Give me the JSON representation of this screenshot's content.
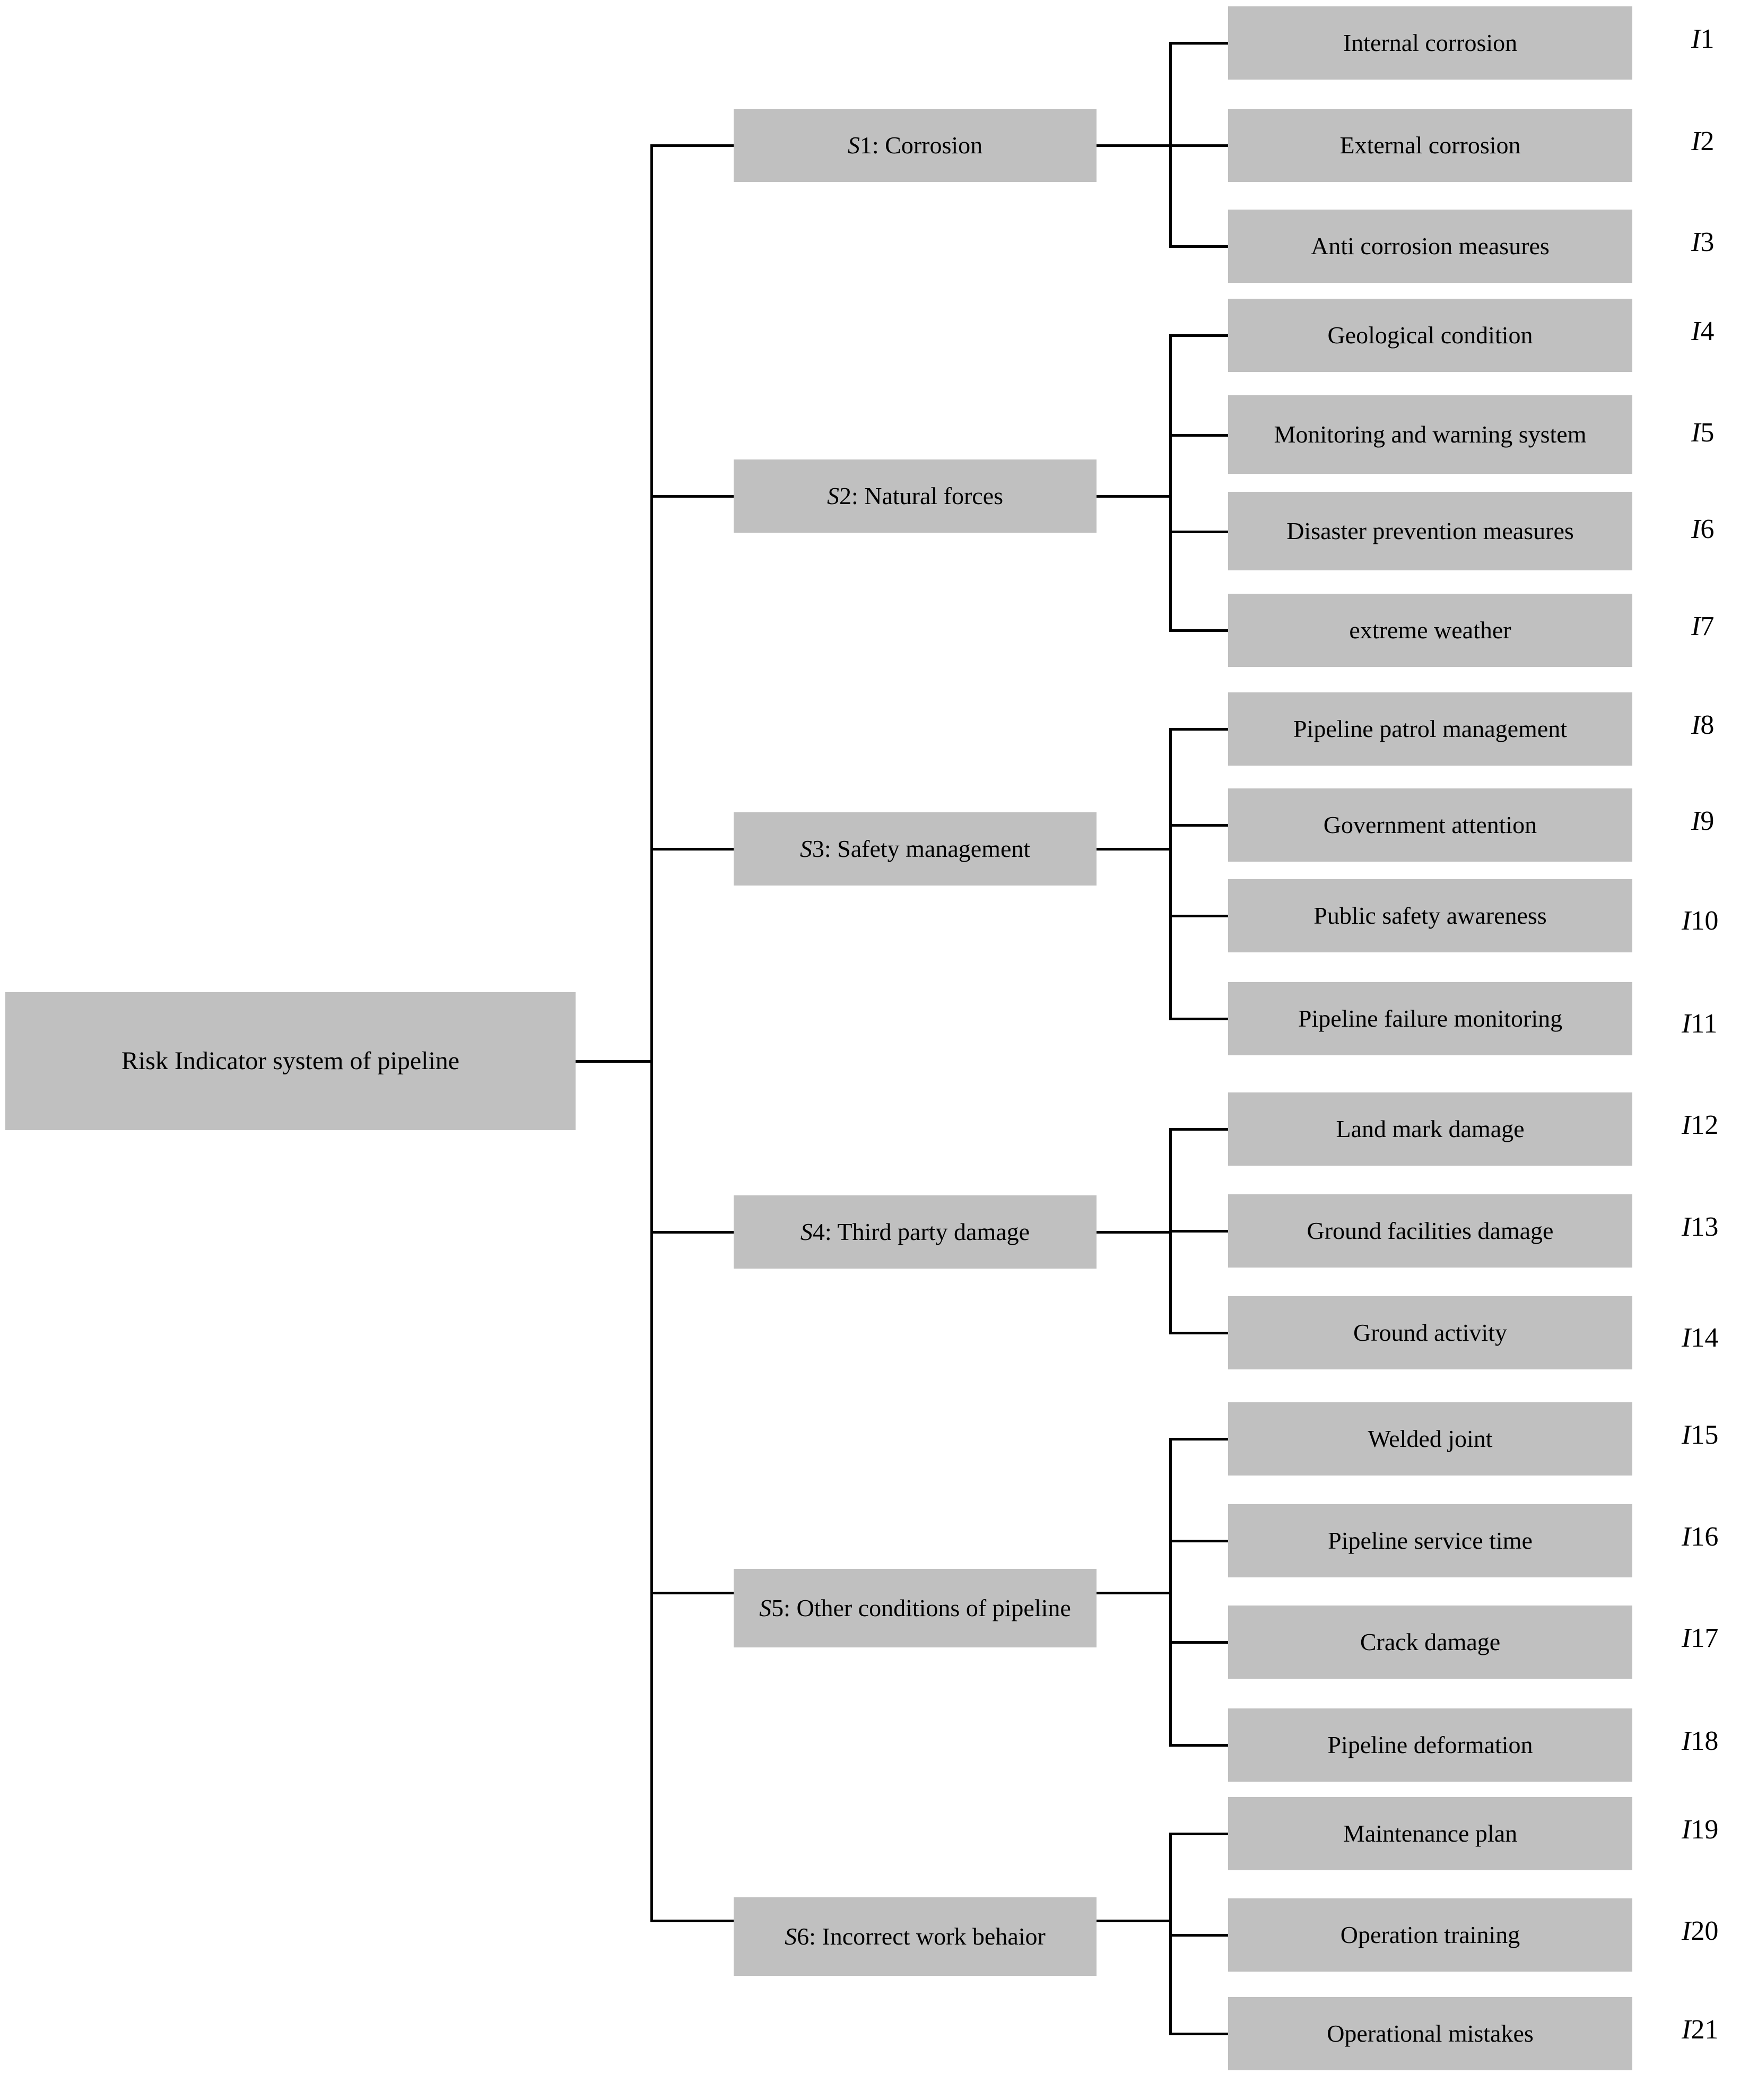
{
  "diagram": {
    "title": "Risk Indicator system of pipeline",
    "box_fill": "#c0c0c0",
    "line_color": "#000000",
    "root": {
      "label": "Risk Indicator system of pipeline"
    },
    "categories": [
      {
        "code": "S1",
        "prefix": "S1",
        "label": "S1: Corrosion",
        "name": "Corrosion",
        "indicators": [
          {
            "code": "I1",
            "num": "1",
            "label": "Internal corrosion"
          },
          {
            "code": "I2",
            "num": "2",
            "label": "External corrosion"
          },
          {
            "code": "I3",
            "num": "3",
            "label": "Anti corrosion measures"
          }
        ]
      },
      {
        "code": "S2",
        "prefix": "S2",
        "label": "S2: Natural forces",
        "name": "Natural forces",
        "indicators": [
          {
            "code": "I4",
            "num": "4",
            "label": "Geological condition"
          },
          {
            "code": "I5",
            "num": "5",
            "label": "Monitoring and warning system"
          },
          {
            "code": "I6",
            "num": "6",
            "label": "Disaster prevention measures"
          },
          {
            "code": "I7",
            "num": "7",
            "label": "extreme weather"
          }
        ]
      },
      {
        "code": "S3",
        "prefix": "S3",
        "label": "S3: Safety management",
        "name": "Safety management",
        "indicators": [
          {
            "code": "I8",
            "num": "8",
            "label": "Pipeline patrol management"
          },
          {
            "code": "I9",
            "num": "9",
            "label": "Government attention"
          },
          {
            "code": "I10",
            "num": "10",
            "label": "Public safety awareness"
          },
          {
            "code": "I11",
            "num": "11",
            "label": "Pipeline failure monitoring"
          }
        ]
      },
      {
        "code": "S4",
        "prefix": "S4",
        "label": "S4: Third party damage",
        "name": "Third party damage",
        "indicators": [
          {
            "code": "I12",
            "num": "12",
            "label": "Land mark damage"
          },
          {
            "code": "I13",
            "num": "13",
            "label": "Ground facilities damage"
          },
          {
            "code": "I14",
            "num": "14",
            "label": "Ground activity"
          }
        ]
      },
      {
        "code": "S5",
        "prefix": "S5",
        "label": "S5: Other conditions of pipeline",
        "name": "Other conditions of pipeline",
        "indicators": [
          {
            "code": "I15",
            "num": "15",
            "label": "Welded joint"
          },
          {
            "code": "I16",
            "num": "16",
            "label": "Pipeline service time"
          },
          {
            "code": "I17",
            "num": "17",
            "label": "Crack damage"
          },
          {
            "code": "I18",
            "num": "18",
            "label": "Pipeline deformation"
          }
        ]
      },
      {
        "code": "S6",
        "prefix": "S6",
        "label": "S6: Incorrect work behaior",
        "name": "Incorrect work behaior",
        "indicators": [
          {
            "code": "I19",
            "num": "19",
            "label": "Maintenance plan"
          },
          {
            "code": "I20",
            "num": "20",
            "label": "Operation training"
          },
          {
            "code": "I21",
            "num": "21",
            "label": "Operational mistakes"
          }
        ]
      }
    ]
  }
}
